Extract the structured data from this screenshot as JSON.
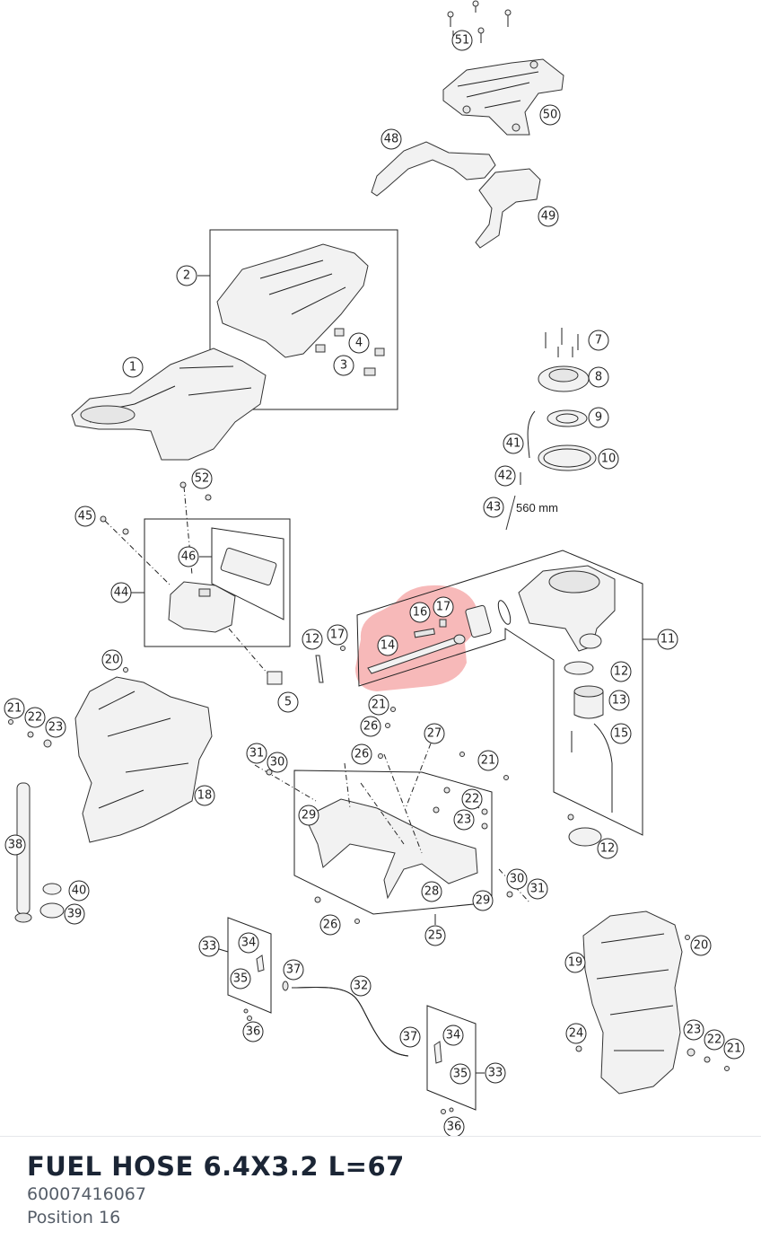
{
  "part": {
    "title": "FUEL HOSE 6.4X3.2 L=67",
    "number": "60007416067",
    "position_label": "Position 16"
  },
  "diagram": {
    "dimension_label": "560 mm",
    "highlight_color": "#f08080",
    "callouts": [
      "51",
      "50",
      "48",
      "49",
      "2",
      "4",
      "3",
      "1",
      "7",
      "8",
      "9",
      "41",
      "10",
      "42",
      "43",
      "52",
      "45",
      "46",
      "44",
      "16",
      "17",
      "14",
      "11",
      "12",
      "17",
      "20",
      "5",
      "21",
      "12",
      "21",
      "22",
      "23",
      "13",
      "26",
      "27",
      "15",
      "26",
      "31",
      "30",
      "21",
      "18",
      "22",
      "29",
      "23",
      "38",
      "12",
      "40",
      "39",
      "30",
      "31",
      "28",
      "29",
      "26",
      "25",
      "20",
      "33",
      "34",
      "19",
      "37",
      "35",
      "32",
      "36",
      "37",
      "34",
      "24",
      "23",
      "22",
      "21",
      "35",
      "33",
      "36"
    ]
  }
}
